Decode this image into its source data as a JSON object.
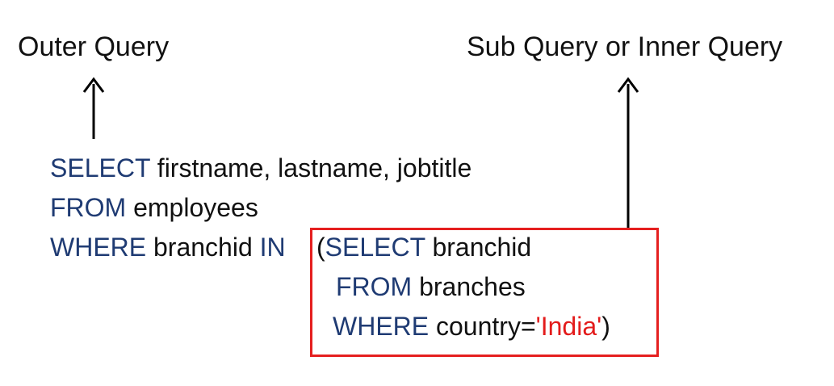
{
  "labels": {
    "outer": "Outer Query",
    "inner": "Sub Query or Inner Query"
  },
  "code": {
    "line1": {
      "kw": "SELECT",
      "rest": " firstname, lastname, jobtitle"
    },
    "line2": {
      "kw": "FROM",
      "rest": " employees"
    },
    "line3": {
      "kw": "WHERE",
      "rest": " branchid ",
      "kw2": "IN"
    },
    "line3_tail": {
      "paren": "(",
      "kw": "SELECT",
      "rest": " branchid"
    },
    "line4": {
      "kw": "FROM",
      "rest": " branches"
    },
    "line5": {
      "kw": "WHERE",
      "rest": " country=",
      "str": "'India'",
      "close": ")"
    }
  },
  "colors": {
    "keyword": "#1f3b73",
    "string": "#e31b1b",
    "box": "#e51f1f",
    "text": "#111111"
  },
  "icons": {
    "outer_arrow": "arrow-up-icon",
    "inner_arrow": "arrow-up-icon"
  }
}
